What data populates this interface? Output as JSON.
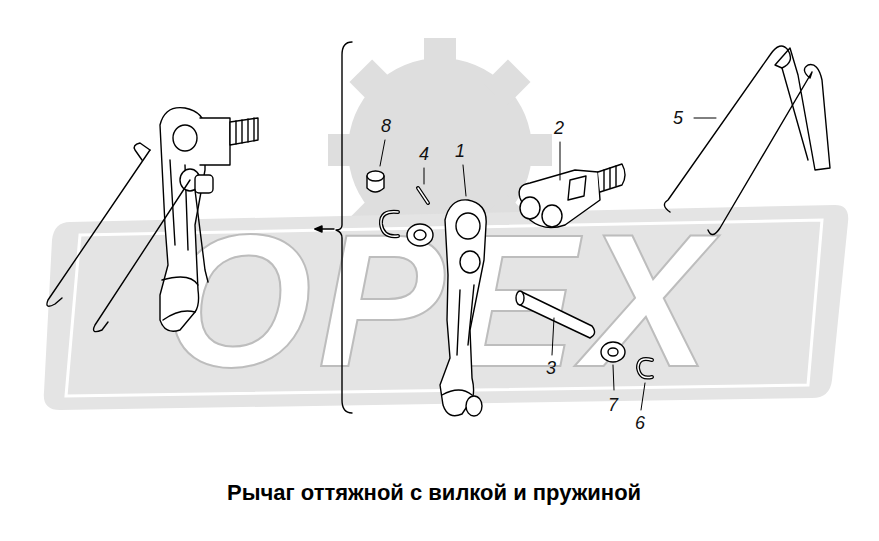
{
  "diagram": {
    "caption": "Рычаг оттяжной с вилкой и пружиной",
    "labels": [
      "ОРЕХ",
      "8",
      "4",
      "1",
      "2",
      "5",
      "3",
      "7",
      "6"
    ]
  }
}
